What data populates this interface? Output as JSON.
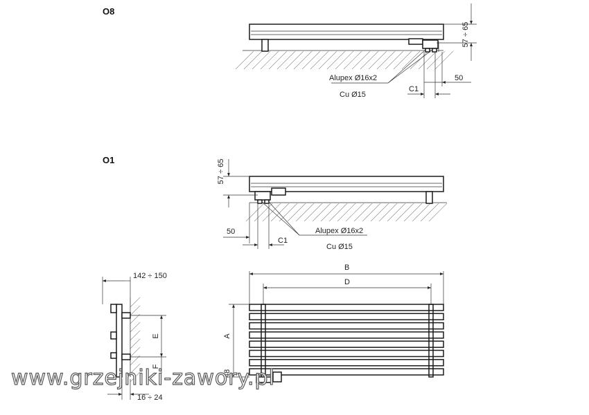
{
  "sections": {
    "o8": {
      "title": "O8"
    },
    "o1": {
      "title": "O1"
    }
  },
  "labels": {
    "o8_height": "57 ÷ 65",
    "o8_alupex": "Alupex Ø16x2",
    "o8_cu": "Cu Ø15",
    "o8_c1": "C1",
    "o8_50": "50",
    "o1_height": "57 ÷ 65",
    "o1_50": "50",
    "o1_c1": "C1",
    "o1_alupex": "Alupex Ø16x2",
    "o1_cu": "Cu Ø15",
    "side_top": "142 ÷ 150",
    "side_e": "E",
    "side_f": "F",
    "side_bottom": "16 ÷ 24",
    "front_a": "A",
    "front_b": "B",
    "front_d": "D",
    "front_48": "48"
  },
  "watermark": "www.grzejniki-zawory.pl",
  "colors": {
    "line": "#1a1a1a",
    "hatch": "#888888"
  }
}
